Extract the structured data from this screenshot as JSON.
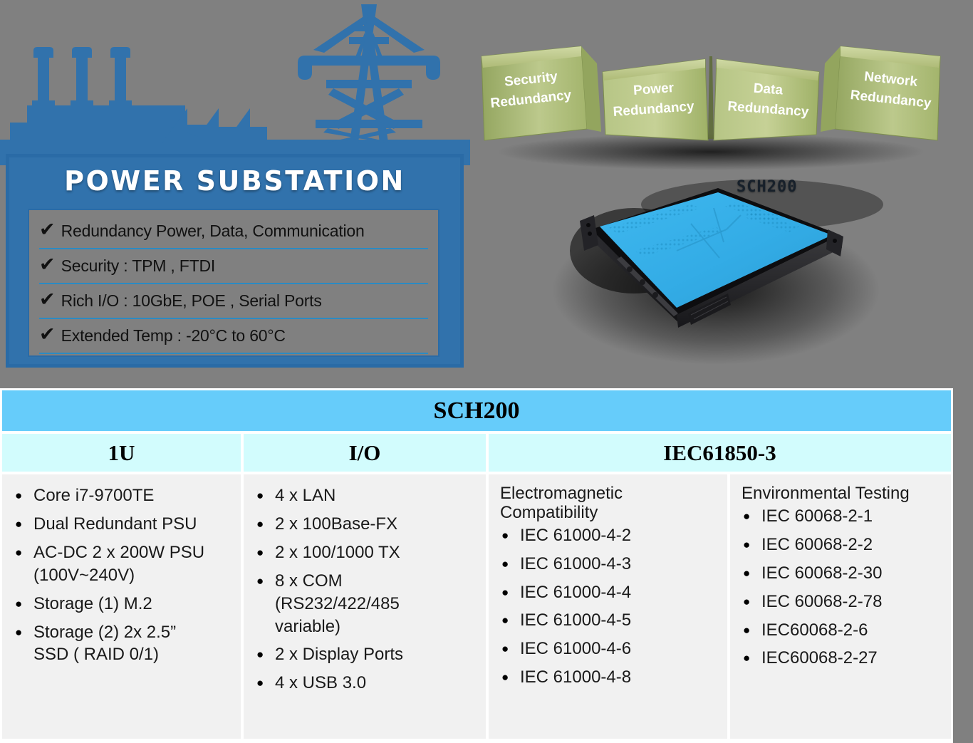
{
  "hero": {
    "substation_icon": "factory-transmission-tower-silhouette",
    "card_title": "POWER SUBSTATION",
    "features": [
      {
        "check": "✔",
        "text": "Redundancy Power, Data, Communication"
      },
      {
        "check": "✔",
        "text": "Security : TPM , FTDI"
      },
      {
        "check": "✔",
        "text": "Rich I/O : 10GbE, POE , Serial Ports"
      },
      {
        "check": "✔",
        "text": "Extended Temp : -20°C to 60°C"
      }
    ]
  },
  "redundancy": {
    "panels": [
      {
        "line1": "Security",
        "line2": "Redundancy"
      },
      {
        "line1": "Power",
        "line2": "Redundancy"
      },
      {
        "line1": "Data",
        "line2": "Redundancy"
      },
      {
        "line1": "Network",
        "line2": "Redundancy"
      }
    ]
  },
  "product": {
    "badge": "SCH200",
    "image_alt": "sch200-1u-rackmount-server"
  },
  "table": {
    "title": "SCH200",
    "subheads": [
      "1U",
      "I/O",
      "IEC61850-3"
    ],
    "columns": [
      {
        "key": "1u",
        "heading": "",
        "items": [
          {
            "text": "Core i7-9700TE"
          },
          {
            "text": "Dual Redundant PSU"
          },
          {
            "text": "AC-DC 2 x 200W PSU",
            "cont": "(100V~240V)"
          },
          {
            "text": "Storage (1) M.2"
          },
          {
            "text": "Storage (2) 2x 2.5”",
            "cont": "SSD ( RAID 0/1)"
          }
        ]
      },
      {
        "key": "io",
        "heading": "",
        "items": [
          {
            "text": "4 x LAN"
          },
          {
            "text": "2 x 100Base-FX"
          },
          {
            "text": "2 x 100/1000 TX"
          },
          {
            "text": "8 x COM",
            "cont": "(RS232/422/485",
            "cont2": "variable)"
          },
          {
            "text": "2 x Display Ports"
          },
          {
            "text": "4 x USB 3.0"
          }
        ]
      },
      {
        "key": "emc",
        "heading": "Electromagnetic Compatibility",
        "items": [
          {
            "text": "IEC 61000-4-2"
          },
          {
            "text": "IEC 61000-4-3"
          },
          {
            "text": "IEC 61000-4-4"
          },
          {
            "text": "IEC 61000-4-5"
          },
          {
            "text": "IEC 61000-4-6"
          },
          {
            "text": "IEC 61000-4-8"
          }
        ]
      },
      {
        "key": "env",
        "heading": "Environmental Testing",
        "items": [
          {
            "text": "IEC 60068-2-1"
          },
          {
            "text": "IEC 60068-2-2"
          },
          {
            "text": "IEC 60068-2-30"
          },
          {
            "text": "IEC 60068-2-78"
          },
          {
            "text": "IEC60068-2-6"
          },
          {
            "text": "IEC60068-2-27"
          }
        ]
      }
    ]
  },
  "colors": {
    "background": "#808080",
    "card_blue": "#3172ac",
    "card_border": "#2a6ba6",
    "divider_blue": "#2a8bc4",
    "table_header": "#66ccfa",
    "table_subhead": "#d2fcfd",
    "table_body": "#f1f1f1",
    "panel_green_light": "#c3cf92",
    "panel_green_dark": "#8c9e58",
    "server_cyan": "#35b3e8"
  }
}
